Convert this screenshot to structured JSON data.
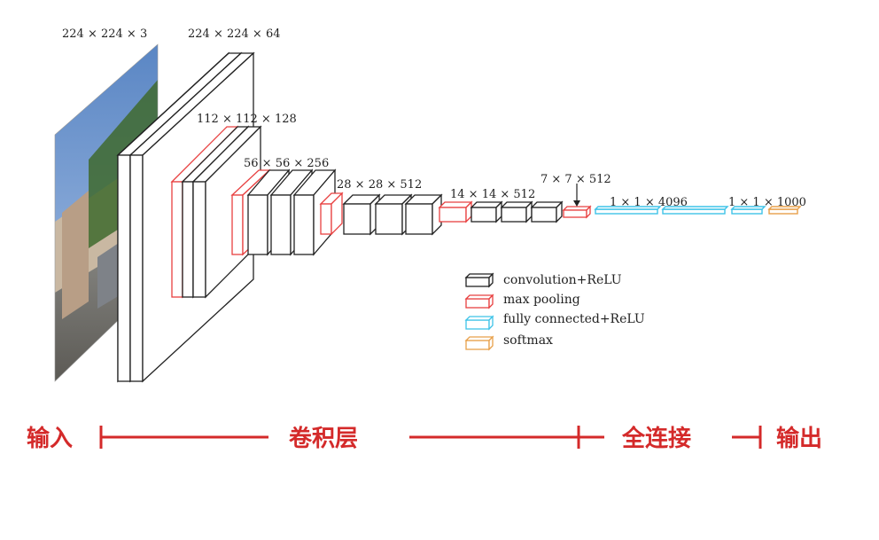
{
  "dimension_labels": {
    "input": "224 × 224 × 3",
    "conv1": "224 × 224 × 64",
    "conv2": "112 × 112 × 128",
    "conv3": "56 × 56 × 256",
    "conv4": "28 × 28 × 512",
    "conv5": "14 × 14 × 512",
    "pool5": "7 × 7 × 512",
    "fc": "1 × 1 × 4096",
    "softmax": "1 × 1 × 1000"
  },
  "legend": [
    {
      "label": "convolution+ReLU",
      "color": "#222222"
    },
    {
      "label": "max pooling",
      "color": "#e84040"
    },
    {
      "label": "fully connected+ReLU",
      "color": "#3fc3e8"
    },
    {
      "label": "softmax",
      "color": "#e8a04a"
    }
  ],
  "stages": {
    "input": "输入",
    "conv": "卷积层",
    "fc": "全连接",
    "output": "输出"
  },
  "colors": {
    "conv": "#222222",
    "pool": "#e84040",
    "fc": "#3fc3e8",
    "softmax": "#e8a04a",
    "stage": "#d42a2a"
  }
}
